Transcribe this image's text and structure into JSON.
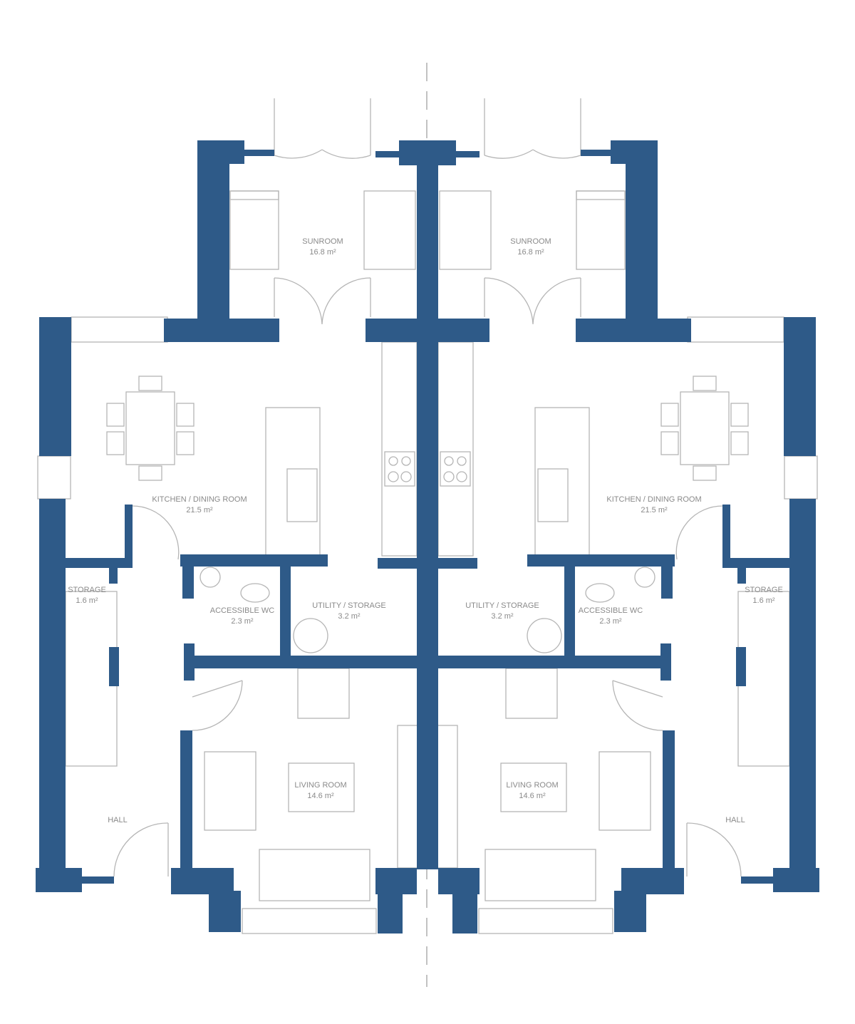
{
  "colors": {
    "wall": "#2e5a88",
    "line": "#b5b5b5",
    "text": "#8a8a8a"
  },
  "rooms": [
    {
      "name": "SUNROOM",
      "area": "16.8 m²"
    },
    {
      "name": "SUNROOM",
      "area": "16.8 m²"
    },
    {
      "name": "KITCHEN / DINING ROOM",
      "area": "21.5 m²"
    },
    {
      "name": "KITCHEN / DINING ROOM",
      "area": "21.5 m²"
    },
    {
      "name": "STORAGE",
      "area": "1.6 m²"
    },
    {
      "name": "STORAGE",
      "area": "1.6 m²"
    },
    {
      "name": "ACCESSIBLE WC",
      "area": "2.3 m²"
    },
    {
      "name": "ACCESSIBLE WC",
      "area": "2.3 m²"
    },
    {
      "name": "UTILITY / STORAGE",
      "area": "3.2 m²"
    },
    {
      "name": "UTILITY / STORAGE",
      "area": "3.2 m²"
    },
    {
      "name": "LIVING ROOM",
      "area": "14.6 m²"
    },
    {
      "name": "LIVING ROOM",
      "area": "14.6 m²"
    },
    {
      "name": "HALL"
    },
    {
      "name": "HALL"
    }
  ]
}
